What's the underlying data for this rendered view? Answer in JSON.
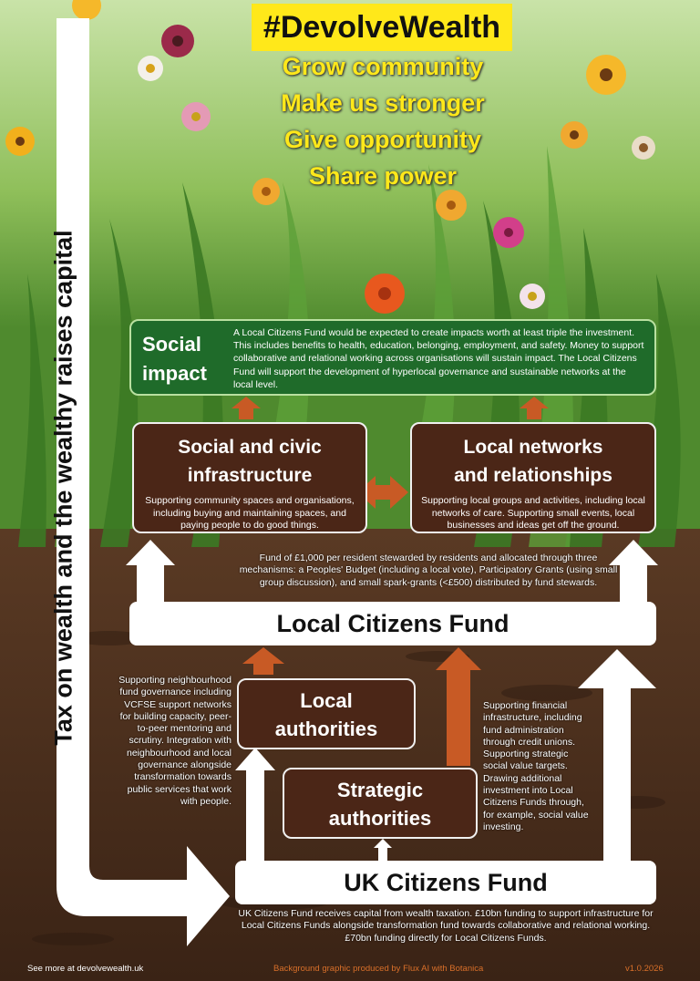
{
  "hashtag": "#DevolveWealth",
  "slogans": [
    "Grow community",
    "Make us stronger",
    "Give opportunity",
    "Share power"
  ],
  "side_label": "Tax on wealth and the wealthy raises capital",
  "social_impact": {
    "title_line1": "Social",
    "title_line2": "impact",
    "text": "A Local Citizens Fund would be expected to create impacts worth at least triple the investment. This includes benefits to health, education, belonging, employment, and safety. Money to support collaborative and relational working across organisations will sustain impact. The Local Citizens Fund will support the development of hyperlocal governance and sustainable networks at the local level."
  },
  "social_civic": {
    "title_line1": "Social and civic",
    "title_line2": "infrastructure",
    "text": "Supporting community spaces and organisations, including buying and maintaining spaces, and paying people to do good things."
  },
  "local_networks": {
    "title_line1": "Local networks",
    "title_line2": "and relationships",
    "text": "Supporting local groups and activities, including local networks of care. Supporting small events, local businesses and ideas get off the ground."
  },
  "fund_note": "Fund of £1,000 per resident stewarded by residents and allocated through three mechanisms: a Peoples' Budget (including a local vote), Participatory Grants (using small group discussion), and small spark-grants (<£500) distributed by fund stewards.",
  "local_citizens_fund": "Local Citizens Fund",
  "local_authorities": {
    "line1": "Local",
    "line2": "authorities"
  },
  "strategic_authorities": {
    "line1": "Strategic",
    "line2": "authorities"
  },
  "left_note": "Supporting neighbourhood fund governance including VCFSE support networks for building capacity, peer-to-peer mentoring and scrutiny. Integration with neighbourhood and local governance alongside transformation towards public services that work with people.",
  "right_note": "Supporting financial infrastructure, including fund administration through credit unions. Supporting strategic social value targets. Drawing additional investment into Local Citizens Funds through, for example, social value investing.",
  "uk_citizens_fund": "UK Citizens Fund",
  "uk_note": "UK Citizens Fund receives capital from wealth taxation. £10bn funding to support infrastructure for Local Citizens Funds alongside transformation fund towards collaborative and relational working. £70bn funding directly for Local Citizens Funds.",
  "footer": {
    "left": "See more at devolvewealth.uk",
    "center": "Background graphic produced by Flux AI with Botanica",
    "right": "v1.0.2026"
  },
  "colors": {
    "hashtag_bg": "#ffe81a",
    "impact_green": "#1f6b2a",
    "brown": "#4b2617",
    "arrow_orange": "#c85a25"
  }
}
